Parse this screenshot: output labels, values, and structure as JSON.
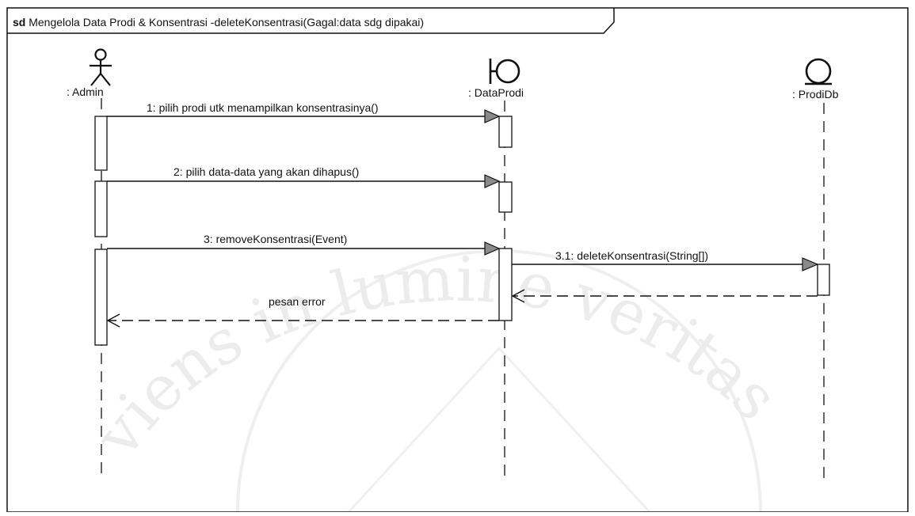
{
  "frame": {
    "keyword": "sd",
    "title": "Mengelola Data Prodi & Konsentrasi -deleteKonsentrasi(Gagal:data sdg dipakai)"
  },
  "lifelines": [
    {
      "id": "admin",
      "label": ": Admin",
      "kind": "actor"
    },
    {
      "id": "dataprodi",
      "label": ": DataProdi",
      "kind": "boundary"
    },
    {
      "id": "prodidb",
      "label": ": ProdiDb",
      "kind": "entity"
    }
  ],
  "messages": [
    {
      "id": "m1",
      "label": "1: pilih prodi utk menampilkan konsentrasinya()",
      "from": "admin",
      "to": "dataprodi",
      "kind": "call"
    },
    {
      "id": "m2",
      "label": "2: pilih data-data yang akan dihapus()",
      "from": "admin",
      "to": "dataprodi",
      "kind": "call"
    },
    {
      "id": "m3",
      "label": "3: removeKonsentrasi(Event)",
      "from": "admin",
      "to": "dataprodi",
      "kind": "call"
    },
    {
      "id": "m31",
      "label": "3.1: deleteKonsentrasi(String[])",
      "from": "dataprodi",
      "to": "prodidb",
      "kind": "call"
    },
    {
      "id": "r31",
      "label": "",
      "from": "prodidb",
      "to": "dataprodi",
      "kind": "return"
    },
    {
      "id": "r3",
      "label": "pesan error",
      "from": "dataprodi",
      "to": "admin",
      "kind": "return"
    }
  ],
  "watermark": {
    "text": "viens in lumine veritas"
  },
  "colors": {
    "line": "#111111",
    "activation_fill": "#ffffff",
    "watermark": "#ececec"
  }
}
